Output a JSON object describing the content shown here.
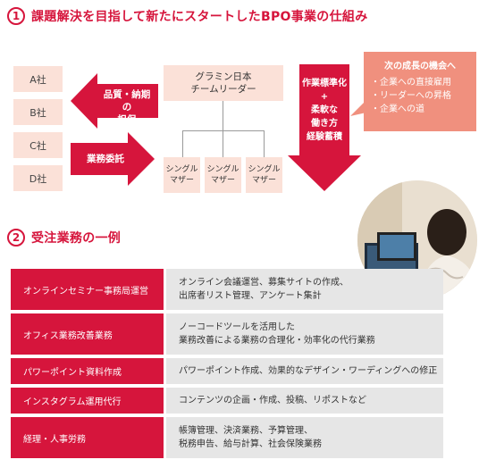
{
  "section1": {
    "number": "1",
    "title": "課題解決を目指して新たにスタートしたBPO事業の仕組み"
  },
  "companies": [
    "A社",
    "B社",
    "C社",
    "D社"
  ],
  "arrows": {
    "quality_lines": [
      "品質・納期の",
      "担保"
    ],
    "outsourcing": "業務委託",
    "right_lines": [
      "作業標準化",
      "+",
      "柔軟な",
      "働き方",
      "経験蓄積"
    ]
  },
  "hq": {
    "lines": [
      "グラミン日本",
      "チームリーダー"
    ]
  },
  "single_mothers": [
    {
      "lines": [
        "シングル",
        "マザー"
      ]
    },
    {
      "lines": [
        "シングル",
        "マザー"
      ]
    },
    {
      "lines": [
        "シングル",
        "マザー"
      ]
    }
  ],
  "opportunity": {
    "title": "次の成長の機会へ",
    "items": [
      "・企業への直接雇用",
      "・リーダーへの昇格",
      "・企業への道"
    ]
  },
  "section2": {
    "number": "2",
    "title": "受注業務の一例"
  },
  "tasks": [
    {
      "name": "オンラインセミナー事務局運営",
      "desc": [
        "オンライン会議運営、募集サイトの作成、",
        "出席者リスト管理、アンケート集計"
      ]
    },
    {
      "name": "オフィス業務改善業務",
      "desc": [
        "ノーコードツールを活用した",
        "業務改善による業務の合理化・効率化の代行業務"
      ]
    },
    {
      "name": "パワーポイント資料作成",
      "desc": [
        "パワーポイント作成、効果的なデザイン・ワーディングへの修正"
      ]
    },
    {
      "name": "インスタグラム運用代行",
      "desc": [
        "コンテンツの企画・作成、投稿、リポストなど"
      ]
    },
    {
      "name": "経理・人事労務",
      "desc": [
        "帳簿管理、決済業務、予算管理、",
        "税務申告、給与計算、社会保険業務"
      ]
    }
  ],
  "colors": {
    "accent": "#d6153c",
    "light_pink": "#fbe1d8",
    "salmon": "#f0907e",
    "grey": "#e6e6e6"
  }
}
